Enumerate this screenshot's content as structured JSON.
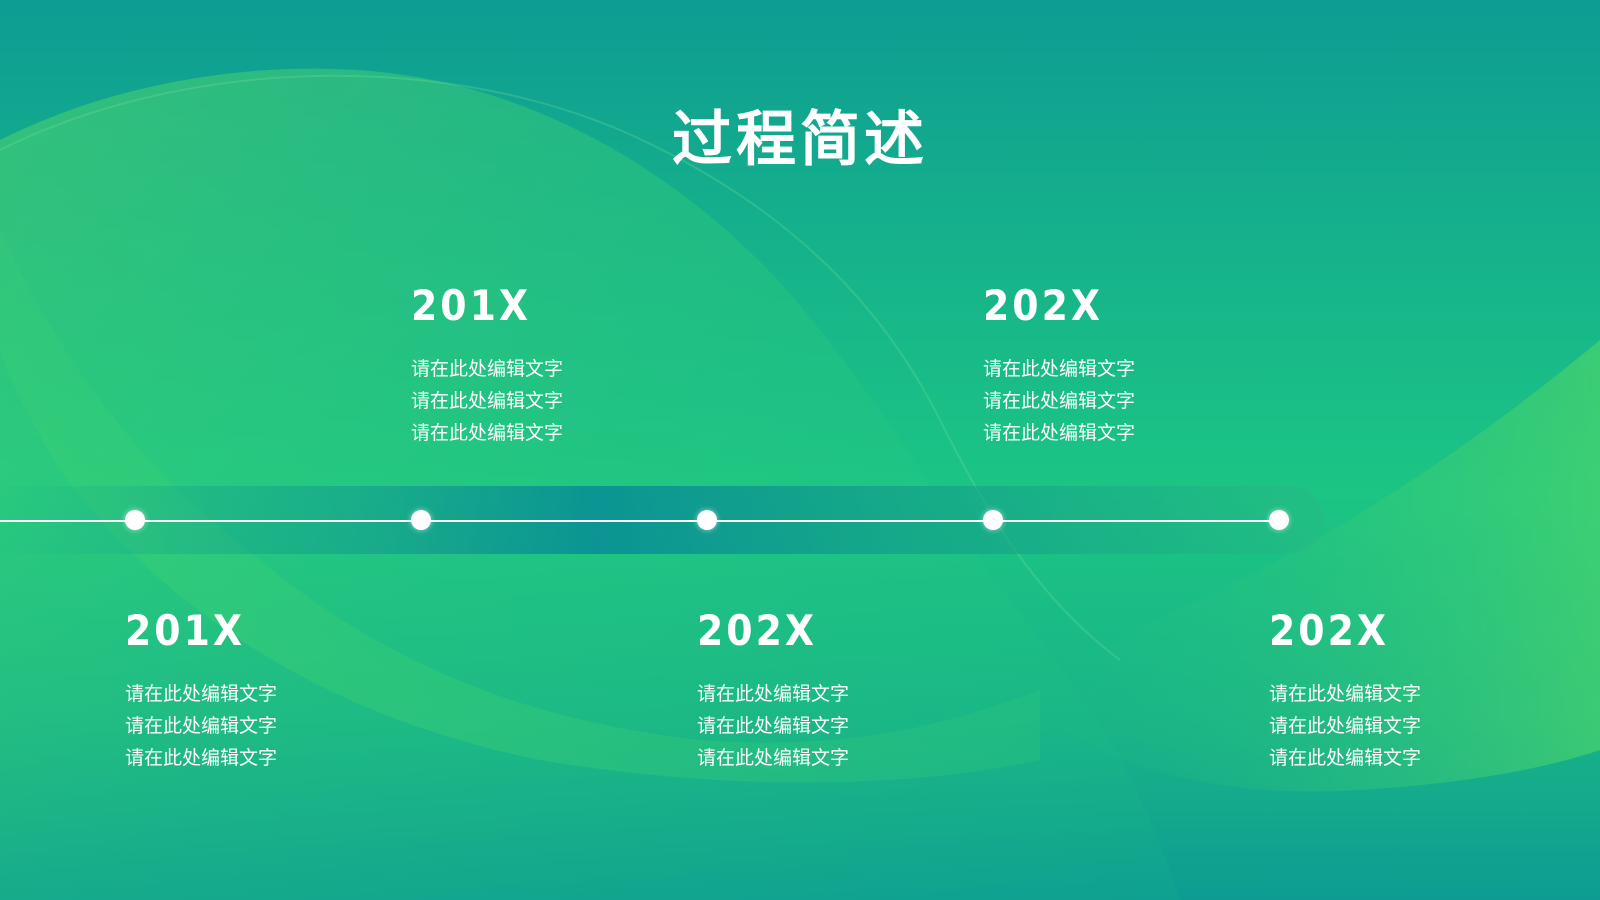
{
  "slide": {
    "title": "过程简述",
    "colors": {
      "background_top": "#0e9c93",
      "background_mid": "#1cc584",
      "accent_light_green": "#4fd66a",
      "band_teal": "#088c96",
      "text": "#ffffff"
    },
    "milestones": [
      {
        "year": "201X",
        "lines": [
          "请在此处编辑文字",
          "请在此处编辑文字",
          "请在此处编辑文字"
        ]
      },
      {
        "year": "201X",
        "lines": [
          "请在此处编辑文字",
          "请在此处编辑文字",
          "请在此处编辑文字"
        ]
      },
      {
        "year": "202X",
        "lines": [
          "请在此处编辑文字",
          "请在此处编辑文字",
          "请在此处编辑文字"
        ]
      },
      {
        "year": "202X",
        "lines": [
          "请在此处编辑文字",
          "请在此处编辑文字",
          "请在此处编辑文字"
        ]
      },
      {
        "year": "202X",
        "lines": [
          "请在此处编辑文字",
          "请在此处编辑文字",
          "请在此处编辑文字"
        ]
      }
    ]
  }
}
